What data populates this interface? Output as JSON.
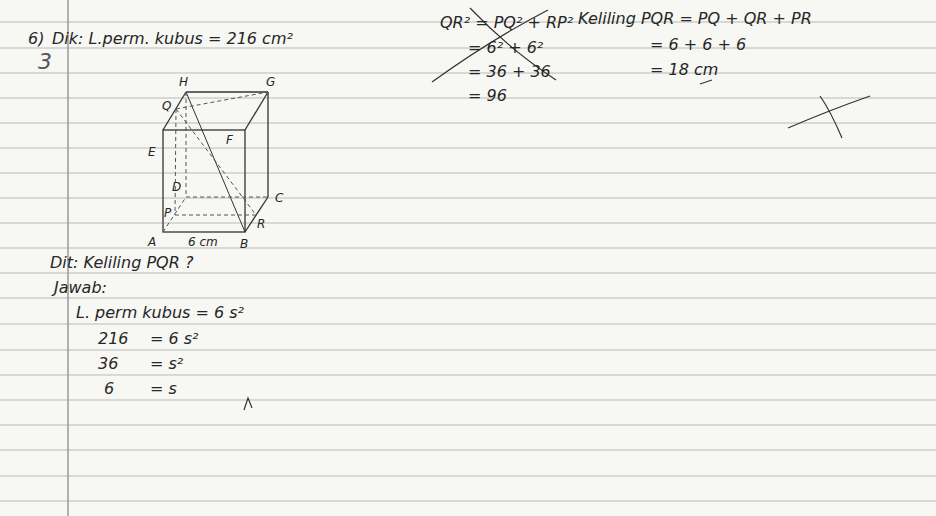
{
  "diagram": {
    "labels": [
      "6)",
      "3",
      "Dik: L.perm. kubus = 216 cm²",
      "H",
      "G",
      "E",
      "F",
      "Q",
      "D",
      "C",
      "P",
      "R",
      "A",
      "B",
      "6 cm",
      "QR² = PQ² + RP²",
      "= 6² + 6²",
      "= 36 + 36",
      "= 96",
      "Keliling PQR = PQ + QR + PR",
      "= 6 + 6 + 6",
      "= 18 cm",
      "Dit: Keliling PQR ?",
      "Jawab:",
      "L. perm kubus = 6 s²",
      "216",
      "= 6 s²",
      "36",
      "= s²",
      "6",
      "= s"
    ]
  }
}
